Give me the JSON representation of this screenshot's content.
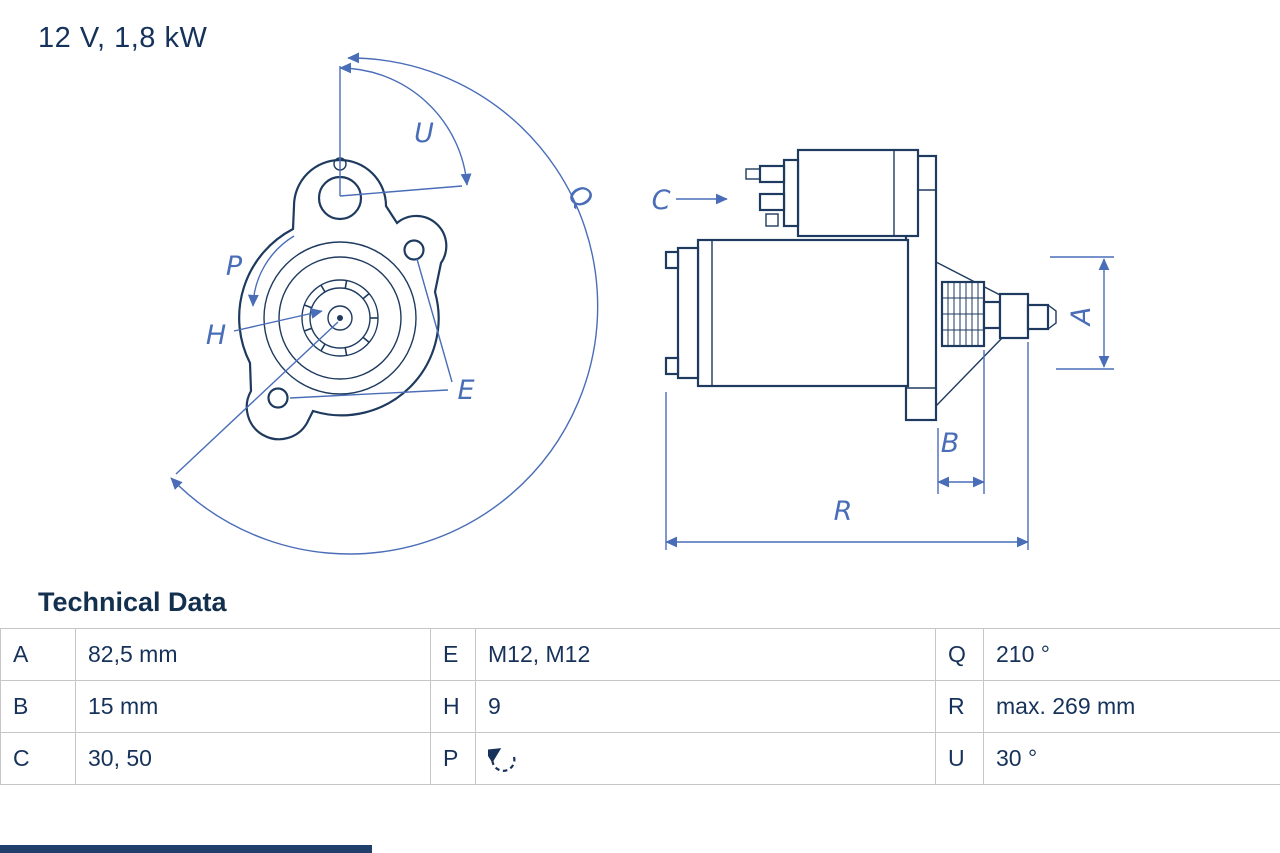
{
  "header": {
    "title": "12 V, 1,8 kW"
  },
  "diagram": {
    "front_view": {
      "description": "starter motor front view with mounting flange",
      "labels": {
        "U": "U",
        "Q": "Q",
        "P": "P",
        "H": "H",
        "E": "E"
      }
    },
    "side_view": {
      "description": "starter motor side view with solenoid and pinion",
      "labels": {
        "C": "C",
        "A": "A",
        "B": "B",
        "R": "R"
      }
    },
    "colors": {
      "outline": "#1e3a5f",
      "dimension": "#4a6db8"
    }
  },
  "technical_data": {
    "heading": "Technical Data",
    "rows": [
      {
        "cells": [
          {
            "key": "A",
            "value": "82,5 mm"
          },
          {
            "key": "E",
            "value": "M12, M12"
          },
          {
            "key": "Q",
            "value": "210 °"
          }
        ]
      },
      {
        "cells": [
          {
            "key": "B",
            "value": "15 mm"
          },
          {
            "key": "H",
            "value": "9"
          },
          {
            "key": "R",
            "value": "max. 269 mm"
          }
        ]
      },
      {
        "cells": [
          {
            "key": "C",
            "value": "30, 50"
          },
          {
            "key": "P",
            "value": "",
            "icon": "rotation-direction-icon"
          },
          {
            "key": "U",
            "value": "30 °"
          }
        ]
      }
    ]
  }
}
